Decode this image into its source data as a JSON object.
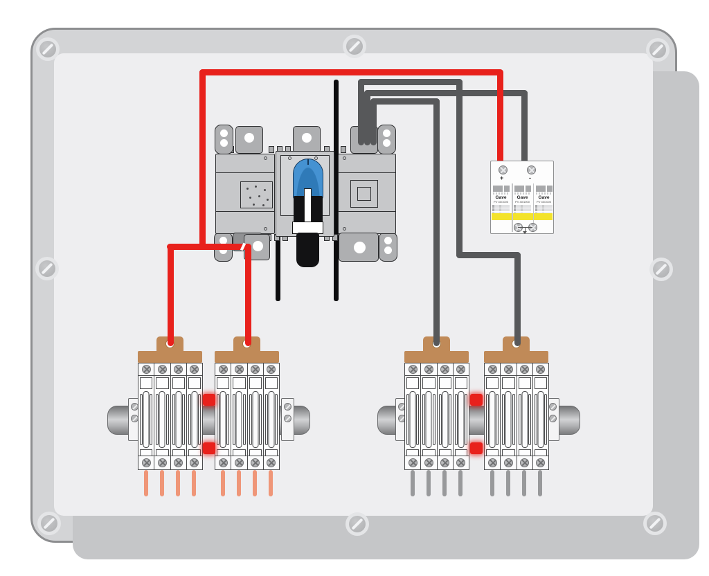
{
  "diagram_labels": {
    "spd_plus": "+",
    "spd_minus": "-"
  },
  "spd": {
    "plus_label": "+",
    "minus_label": "-",
    "modules": [
      {
        "brand": "Gave",
        "model": "PV 40/1000"
      },
      {
        "brand": "Gave",
        "model": "PV 40/1000"
      },
      {
        "brand": "Gave",
        "model": "PV 40/1000"
      }
    ]
  },
  "icons": {
    "lid_screw": "slotted-screw-icon",
    "terminal_screw": "cross-screw-icon",
    "ground": "earth-ground-icon"
  },
  "colors": {
    "enclosure": "#d3d4d6",
    "band": "#c5c6c8",
    "panel": "#eeeef0",
    "device-gray": "#c7c8ca",
    "tab-gray": "#aeafb1",
    "knob-blue": "#4592d2",
    "wire-red": "#e8211c",
    "wire-neg": "#57585a",
    "wire-black": "#0c0c0e",
    "busbar-tan": "#c08a58",
    "pigtail-pos": "#ef9678",
    "pigtail-neg": "#98999b",
    "spd-yellow": "#f3e32a",
    "glow-red": "#e8211c"
  }
}
